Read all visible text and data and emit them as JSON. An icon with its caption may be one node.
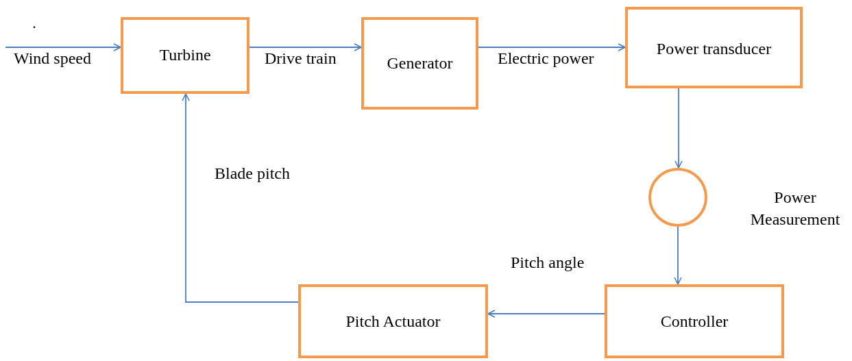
{
  "diagram": {
    "nodes": [
      {
        "text": [
          "Turbine"
        ]
      },
      {
        "text": [
          "Generator"
        ]
      },
      {
        "text": [
          "Power transducer"
        ]
      },
      {
        "text": [],
        "shape": "circle",
        "beside": [
          "Power Measurement"
        ]
      },
      {
        "text": [
          "Controller"
        ]
      },
      {
        "text": [
          "Pitch Actuator"
        ]
      }
    ],
    "edges": [
      {
        "from": null,
        "to": 0,
        "arrow": "to",
        "label": "Wind speed"
      },
      {
        "from": 0,
        "to": 1,
        "arrow": "to",
        "label": "Drive train"
      },
      {
        "from": 1,
        "to": 2,
        "arrow": "to",
        "label": "Electric power"
      },
      {
        "from": 2,
        "to": 3,
        "arrow": "to"
      },
      {
        "from": 3,
        "to": 4,
        "arrow": "to"
      },
      {
        "from": 4,
        "to": 5,
        "arrow": "to",
        "label": "Pitch angle"
      },
      {
        "from": 5,
        "to": 0,
        "arrow": "to",
        "label": "Blade pitch"
      }
    ],
    "labels": [
      "."
    ]
  }
}
